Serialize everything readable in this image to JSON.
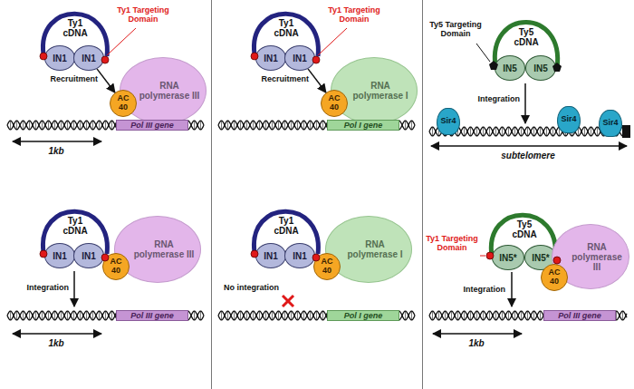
{
  "diagram": {
    "nodes": [
      {
        "text": [
          "IN1"
        ]
      },
      {
        "text": [
          "IN1"
        ]
      },
      {
        "text": [
          "AC 40"
        ]
      },
      {
        "text": [
          "RNA polymerase III"
        ]
      },
      {
        "text": [
          "Pol III gene"
        ]
      },
      {
        "text": [
          "IN1"
        ]
      },
      {
        "text": [
          "IN1"
        ]
      },
      {
        "text": [
          "AC 40"
        ]
      },
      {
        "text": [
          "RNA polymerase III"
        ]
      },
      {
        "text": [
          "Pol III gene"
        ]
      },
      {
        "text": [
          "IN1"
        ]
      },
      {
        "text": [
          "IN1"
        ]
      },
      {
        "text": [
          "AC 40"
        ]
      },
      {
        "text": [
          "RNA polymerase I"
        ]
      },
      {
        "text": [
          "Pol I gene"
        ]
      },
      {
        "text": [
          "IN1"
        ]
      },
      {
        "text": [
          "IN1"
        ]
      },
      {
        "text": [
          "AC 40"
        ]
      },
      {
        "text": [
          "RNA polymerase I"
        ]
      },
      {
        "text": [
          "Pol I gene"
        ]
      },
      {
        "text": [
          "IN5"
        ]
      },
      {
        "text": [
          "IN5"
        ]
      },
      {
        "text": [
          "Sir4"
        ]
      },
      {
        "text": [
          "Sir4"
        ]
      },
      {
        "text": [
          "Sir4"
        ]
      },
      {
        "text": [
          "IN5*"
        ]
      },
      {
        "text": [
          "IN5*"
        ]
      },
      {
        "text": [
          "AC 40"
        ]
      },
      {
        "text": [
          "RNA polymerase III"
        ]
      },
      {
        "text": [
          "Pol III gene"
        ]
      }
    ],
    "edges": [
      {
        "from": 1,
        "to": 2,
        "arrow": "to",
        "label": "Recruitment"
      },
      {
        "from": 11,
        "to": 12,
        "arrow": "to",
        "label": "Recruitment"
      }
    ],
    "labels": [
      "Ty1 cDNA",
      "Ty1 Targeting Domain",
      "1kb",
      "Ty1 cDNA",
      "Integration",
      "1kb",
      "Ty1 cDNA",
      "Ty1 Targeting Domain",
      "Ty1 cDNA",
      "No integration",
      "Ty5 cDNA",
      "Ty5 Targeting Domain",
      "Integration",
      "subtelomere",
      "Ty5 cDNA",
      "Ty1 Targeting Domain",
      "Integration",
      "1kb"
    ]
  }
}
